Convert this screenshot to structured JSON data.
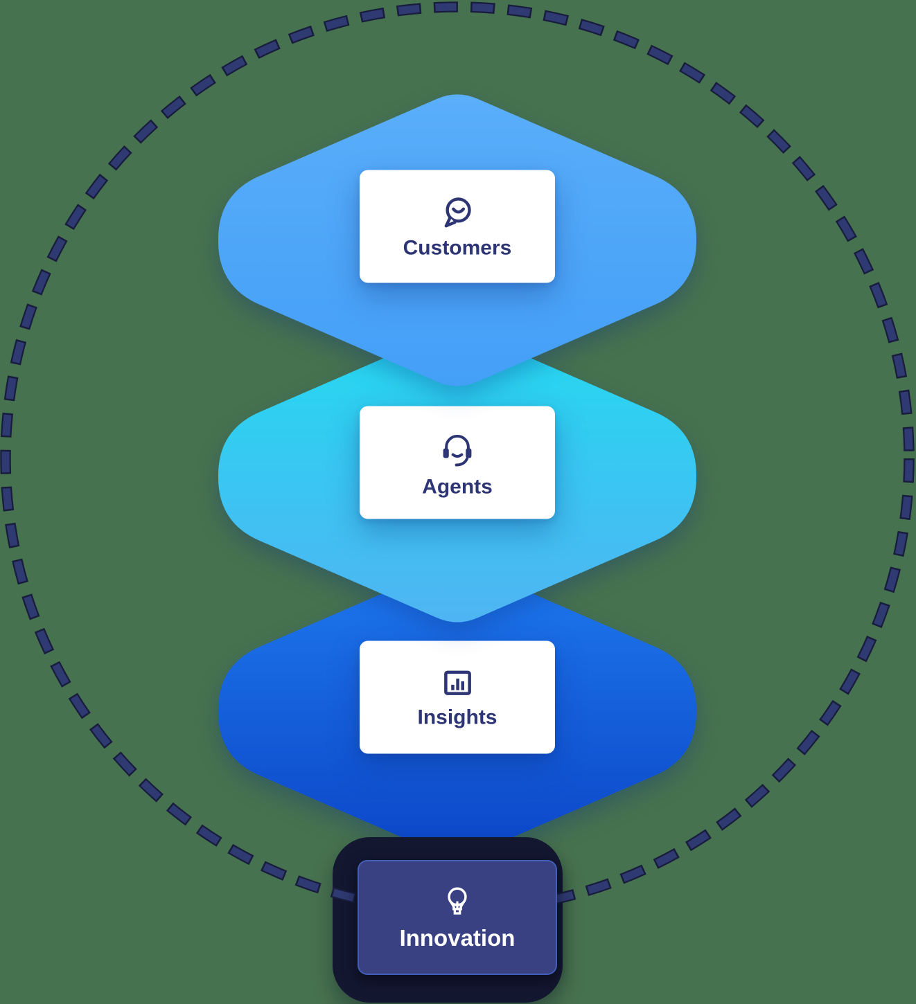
{
  "background_color": "#47724F",
  "ring": {
    "dash_fill": "#303A72",
    "dash_outline": "#181D3D"
  },
  "nodes": [
    {
      "label": "Customers",
      "icon": "chat-smile-icon",
      "gradient_top": "#5AAEFA",
      "gradient_bottom": "#449FF7"
    },
    {
      "label": "Agents",
      "icon": "headset-icon",
      "gradient_top": "#24D9F0",
      "gradient_bottom": "#4FB4F3"
    },
    {
      "label": "Insights",
      "icon": "bar-chart-icon",
      "gradient_top": "#1E78EE",
      "gradient_bottom": "#0C46C8"
    }
  ],
  "card": {
    "background": "#FFFFFF",
    "text_color": "#2D3574"
  },
  "innovation": {
    "label": "Innovation",
    "icon": "lightbulb-icon",
    "frame_color": "#131730",
    "card_color": "#3A4183",
    "border_color": "#4876E0",
    "text_color": "#FFFFFF"
  }
}
